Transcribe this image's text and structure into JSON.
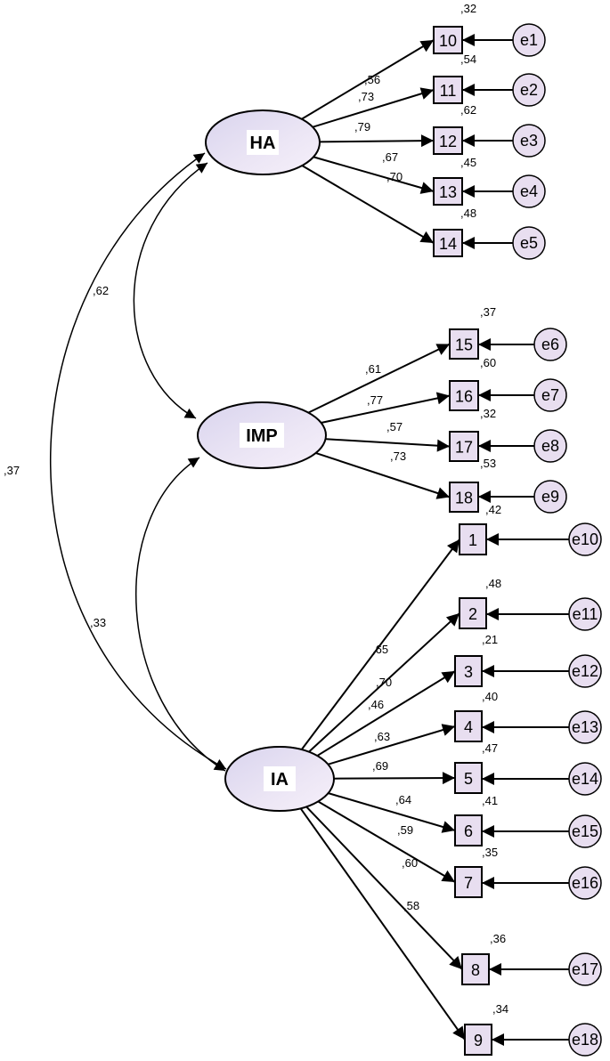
{
  "latents": [
    {
      "id": "HA",
      "label": "HA"
    },
    {
      "id": "IMP",
      "label": "IMP"
    },
    {
      "id": "IA",
      "label": "IA"
    }
  ],
  "indicators": [
    {
      "id": "10",
      "latent": "HA",
      "loading": ",56",
      "r2": ",32",
      "error": "e1"
    },
    {
      "id": "11",
      "latent": "HA",
      "loading": ",73",
      "r2": ",54",
      "error": "e2"
    },
    {
      "id": "12",
      "latent": "HA",
      "loading": ",79",
      "r2": ",62",
      "error": "e3"
    },
    {
      "id": "13",
      "latent": "HA",
      "loading": ",67",
      "r2": ",45",
      "error": "e4"
    },
    {
      "id": "14",
      "latent": "HA",
      "loading": ",70",
      "r2": ",48",
      "error": "e5"
    },
    {
      "id": "15",
      "latent": "IMP",
      "loading": ",61",
      "r2": ",37",
      "error": "e6"
    },
    {
      "id": "16",
      "latent": "IMP",
      "loading": ",77",
      "r2": ",60",
      "error": "e7"
    },
    {
      "id": "17",
      "latent": "IMP",
      "loading": ",57",
      "r2": ",32",
      "error": "e8"
    },
    {
      "id": "18",
      "latent": "IMP",
      "loading": ",73",
      "r2": ",53",
      "error": "e9"
    },
    {
      "id": "1",
      "latent": "IA",
      "loading": ",65",
      "r2": ",42",
      "error": "e10"
    },
    {
      "id": "2",
      "latent": "IA",
      "loading": ",70",
      "r2": ",48",
      "error": "e11"
    },
    {
      "id": "3",
      "latent": "IA",
      "loading": ",46",
      "r2": ",21",
      "error": "e12"
    },
    {
      "id": "4",
      "latent": "IA",
      "loading": ",63",
      "r2": ",40",
      "error": "e13"
    },
    {
      "id": "5",
      "latent": "IA",
      "loading": ",69",
      "r2": ",47",
      "error": "e14"
    },
    {
      "id": "6",
      "latent": "IA",
      "loading": ",64",
      "r2": ",41",
      "error": "e15"
    },
    {
      "id": "7",
      "latent": "IA",
      "loading": ",59",
      "r2": ",35",
      "error": "e16"
    },
    {
      "id": "8",
      "latent": "IA",
      "loading": ",60",
      "r2": ",36",
      "error": "e17"
    },
    {
      "id": "9",
      "latent": "IA",
      "loading": ",58",
      "r2": ",34",
      "error": "e18"
    }
  ],
  "correlations": [
    {
      "from": "HA",
      "to": "IMP",
      "value": ",62"
    },
    {
      "from": "IMP",
      "to": "IA",
      "value": ",33"
    },
    {
      "from": "HA",
      "to": "IA",
      "value": ",37"
    }
  ]
}
